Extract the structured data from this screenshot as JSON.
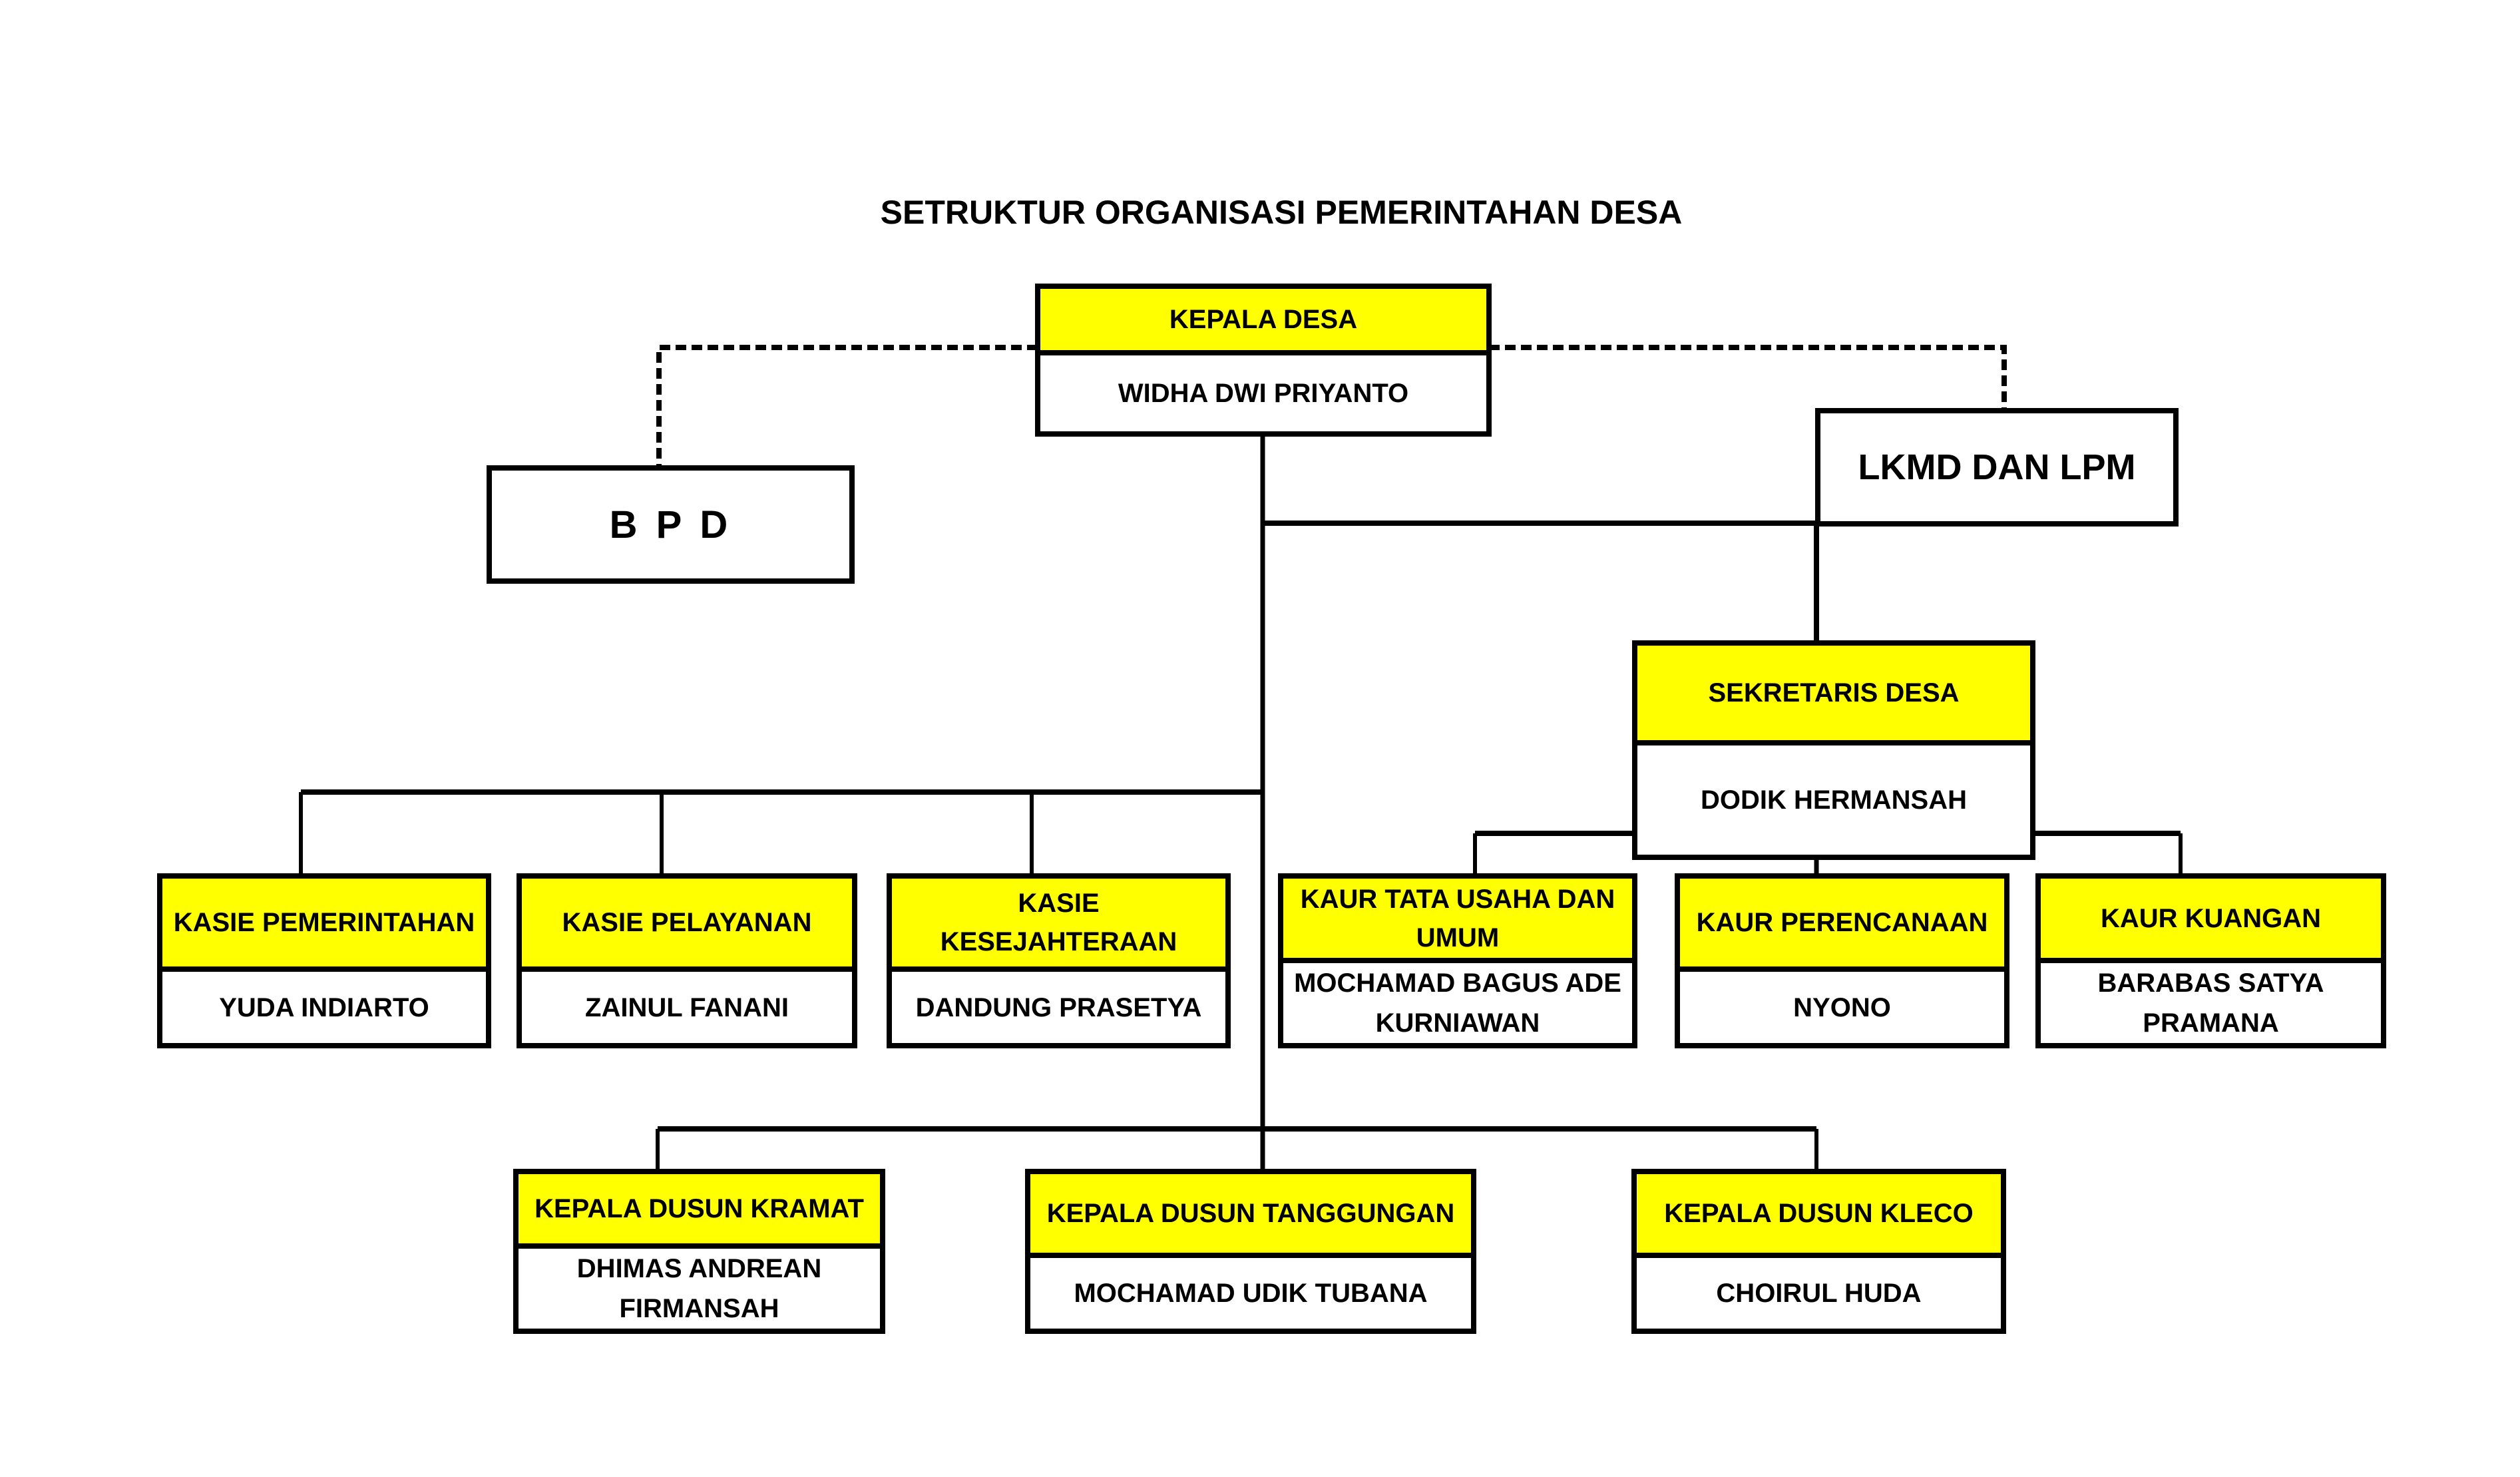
{
  "title": "SETRUKTUR ORGANISASI PEMERINTAHAN DESA",
  "colors": {
    "header_fill": "#ffff00",
    "border": "#000000",
    "background": "#ffffff"
  },
  "head": {
    "position": "KEPALA DESA",
    "name": "WIDHA DWI PRIYANTO"
  },
  "advisory": {
    "bpd": "B P D",
    "lkmd": "LKMD DAN LPM"
  },
  "secretary": {
    "position": "SEKRETARIS DESA",
    "name": "DODIK HERMANSAH"
  },
  "kasie": [
    {
      "position": "KASIE PEMERINTAHAN",
      "name": "YUDA INDIARTO"
    },
    {
      "position": "KASIE PELAYANAN",
      "name": "ZAINUL FANANI"
    },
    {
      "position": "KASIE KESEJAHTERAAN",
      "name": "DANDUNG PRASETYA"
    }
  ],
  "kaur": [
    {
      "position": "KAUR TATA USAHA DAN UMUM",
      "name": "MOCHAMAD BAGUS ADE KURNIAWAN"
    },
    {
      "position": "KAUR PERENCANAAN",
      "name": "NYONO"
    },
    {
      "position": "KAUR KUANGAN",
      "name": "BARABAS SATYA PRAMANA"
    }
  ],
  "dusun": [
    {
      "position": "KEPALA DUSUN KRAMAT",
      "name": "DHIMAS ANDREAN FIRMANSAH"
    },
    {
      "position": "KEPALA DUSUN TANGGUNGAN",
      "name": "MOCHAMAD UDIK TUBANA"
    },
    {
      "position": "KEPALA DUSUN KLECO",
      "name": "CHOIRUL HUDA"
    }
  ]
}
